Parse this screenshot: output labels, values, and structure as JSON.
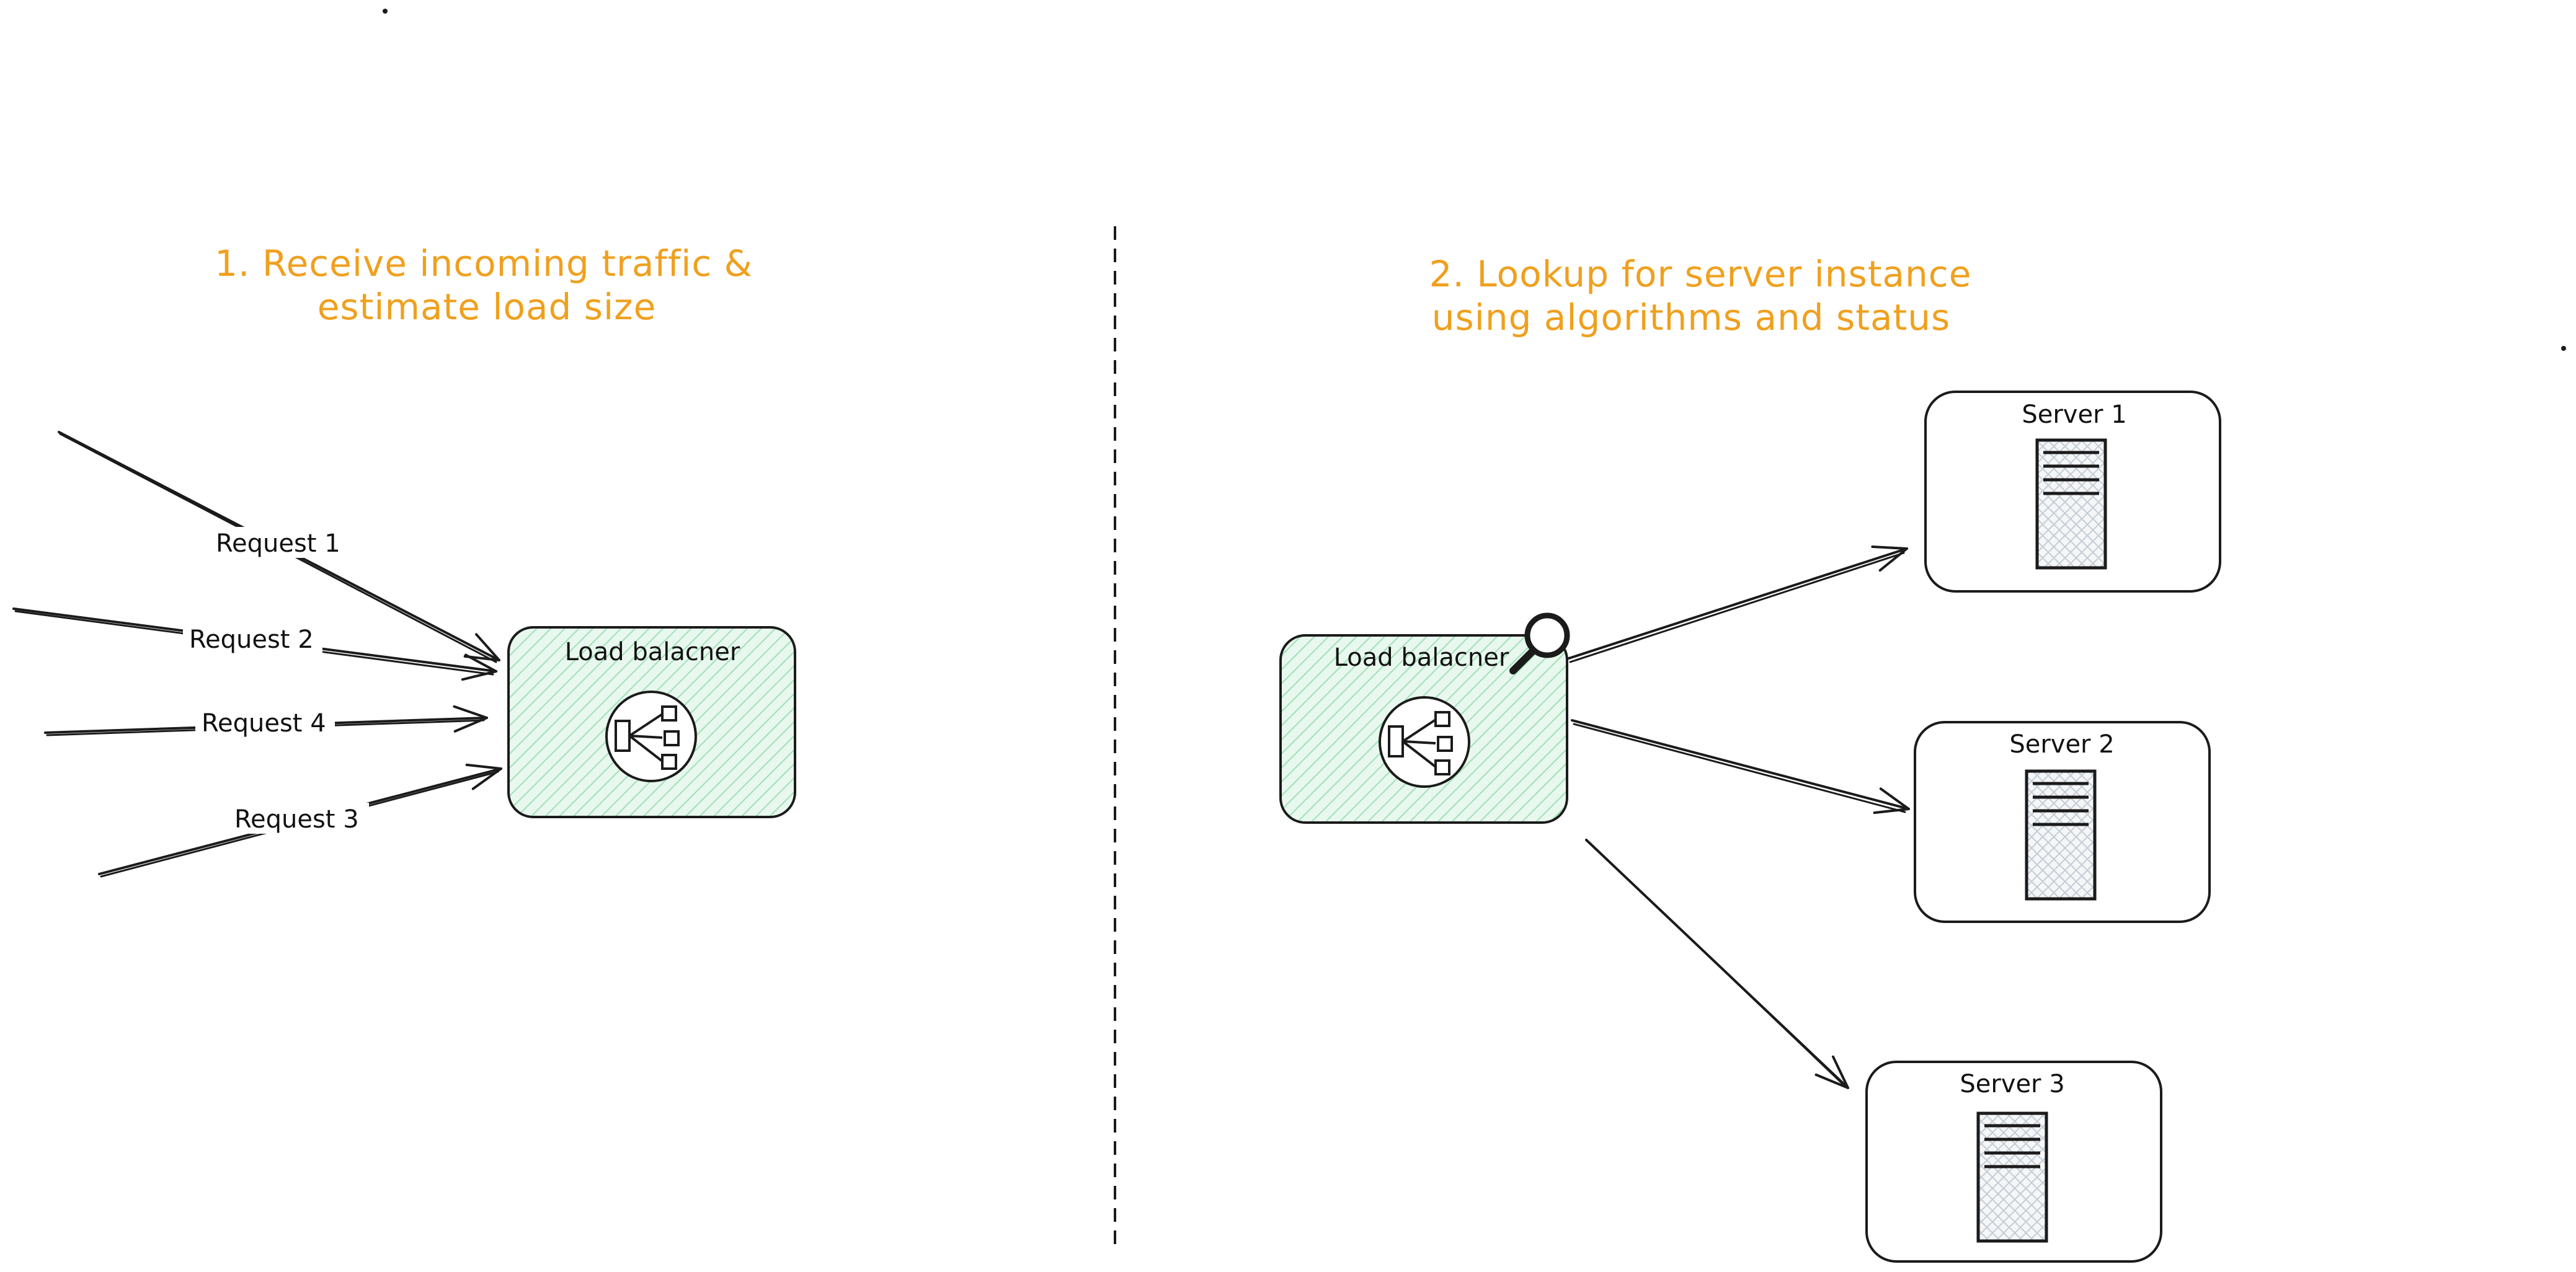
{
  "sections": [
    {
      "heading_lines": [
        "1. Receive incoming traffic &",
        "estimate load size"
      ],
      "load_balancer_label": "Load balacner",
      "requests": [
        "Request 1",
        "Request 2",
        "Request 4",
        "Request 3"
      ]
    },
    {
      "heading_lines": [
        "2. Lookup for server instance",
        "using algorithms and status"
      ],
      "load_balancer_label": "Load balacner",
      "servers": [
        "Server 1",
        "Server 2",
        "Server 3"
      ]
    }
  ],
  "icons": {
    "load_balancer": "network-hub-icon",
    "lookup": "magnifier-icon",
    "server": "server-rack-icon"
  },
  "colors": {
    "heading": "#f0a01e",
    "load_balancer_fill": "#b8ebc9",
    "server_fill": "#d6dbe0",
    "stroke": "#1b1b1b",
    "background": "#ffffff"
  }
}
